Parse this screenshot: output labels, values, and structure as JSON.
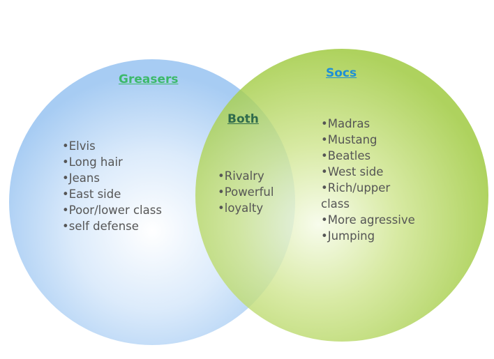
{
  "colors": {
    "greasers_title": "#3cb96a",
    "socs_title": "#1e8fd6",
    "both_title": "#2f6b4c",
    "text": "#555555",
    "left_circle": "#a9cdf3",
    "right_circle": "#9fcb3c"
  },
  "greasers": {
    "title": "Greasers",
    "items": [
      "•Elvis",
      "•Long hair",
      "•Jeans",
      "•East side",
      "•Poor/lower class",
      "•self defense"
    ]
  },
  "both": {
    "title": "Both",
    "items": [
      "•Rivalry",
      "•Powerful",
      "•loyalty"
    ]
  },
  "socs": {
    "title": "Socs",
    "items": [
      "•Madras",
      "•Mustang",
      "•Beatles",
      "•West side",
      "•Rich/upper",
      "class",
      "•More agressive",
      "•Jumping"
    ]
  }
}
